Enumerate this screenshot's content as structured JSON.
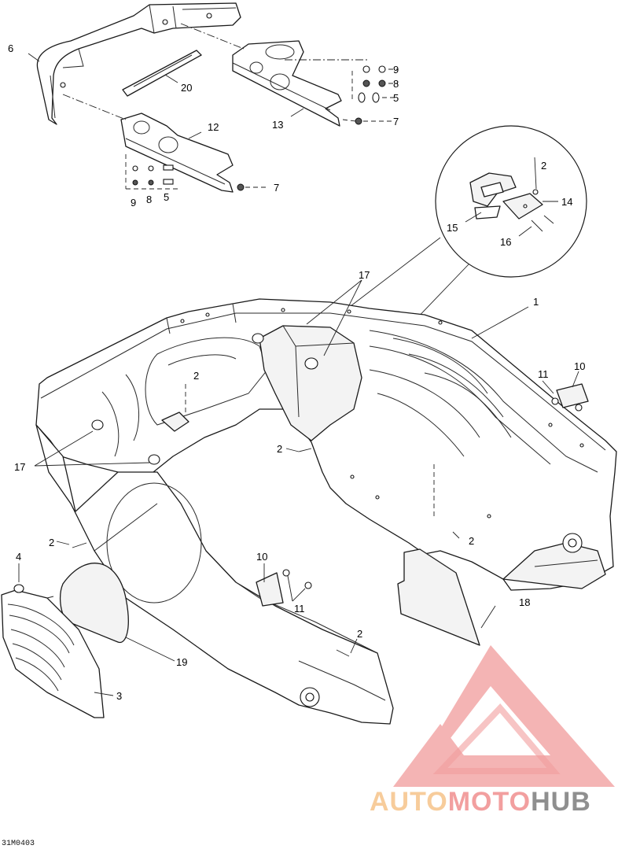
{
  "diagram": {
    "reference_code": "31M0403",
    "callouts": {
      "c1": "1",
      "c2a": "2",
      "c2b": "2",
      "c2c": "2",
      "c2d": "2",
      "c2e": "2",
      "c2f": "2",
      "c3": "3",
      "c4": "4",
      "c5a": "5",
      "c5b": "5",
      "c6": "6",
      "c7a": "7",
      "c7b": "7",
      "c8a": "8",
      "c8b": "8",
      "c9a": "9",
      "c9b": "9",
      "c10a": "10",
      "c10b": "10",
      "c11a": "11",
      "c11b": "11",
      "c12": "12",
      "c13": "13",
      "c14": "14",
      "c15": "15",
      "c16": "16",
      "c17a": "17",
      "c17b": "17",
      "c18": "18",
      "c19": "19",
      "c20": "20"
    }
  },
  "watermark": {
    "part1": "AUTO",
    "part2": "MOTO",
    "part3": "HUB",
    "colors": {
      "auto": "#f6c48a",
      "moto": "#f08f8f",
      "hub": "#7c7c7c",
      "triangle": "#ee8a8a"
    }
  }
}
